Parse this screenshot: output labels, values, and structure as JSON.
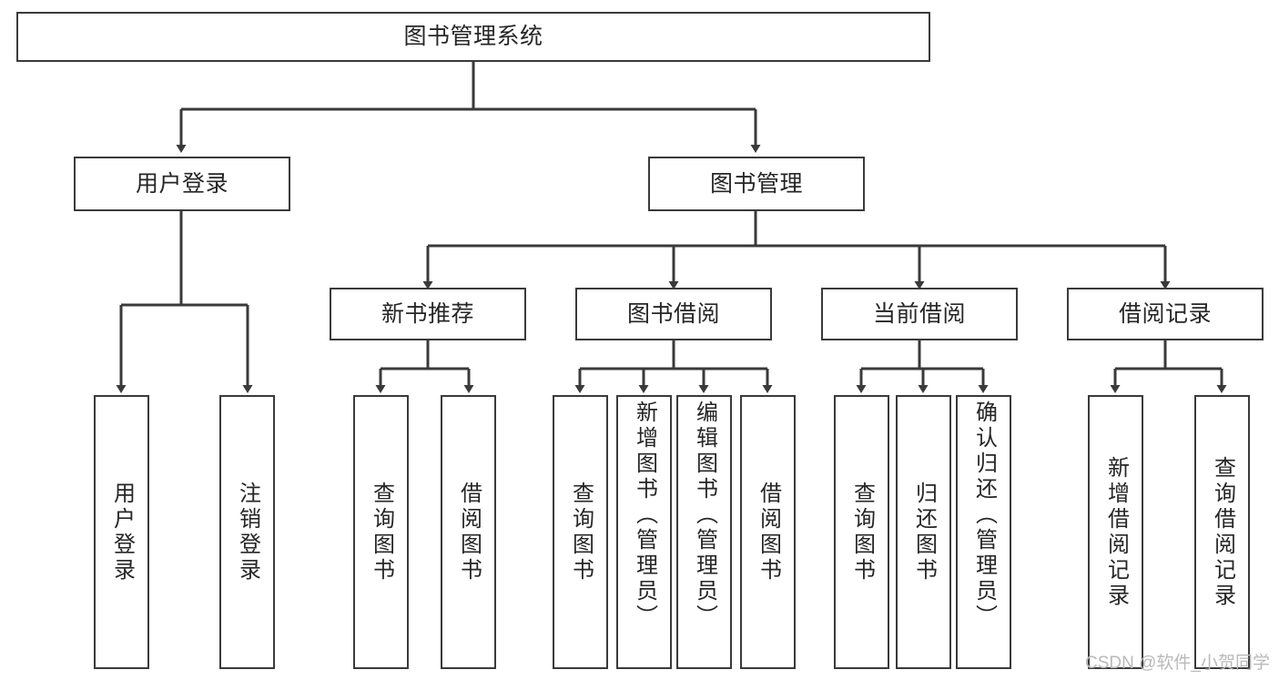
{
  "diagram": {
    "title": "图书管理系统",
    "type": "功能结构图",
    "stroke_color": "#3a3a3a",
    "text_color": "#262626",
    "background_color": "#ffffff"
  },
  "nodes": {
    "root": {
      "label": "图书管理系统"
    },
    "level2": [
      {
        "label": "用户登录"
      },
      {
        "label": "图书管理"
      }
    ],
    "level3": [
      {
        "label": "新书推荐"
      },
      {
        "label": "图书借阅"
      },
      {
        "label": "当前借阅"
      },
      {
        "label": "借阅记录"
      }
    ],
    "leaves": {
      "user_login": [
        {
          "label": "用户登录"
        },
        {
          "label": "注销登录"
        }
      ],
      "new_book_recommend": [
        {
          "label": "查询图书"
        },
        {
          "label": "借阅图书"
        }
      ],
      "book_borrow": [
        {
          "label": "查询图书"
        },
        {
          "label": "新增图书（管理员）"
        },
        {
          "label": "编辑图书（管理员）"
        },
        {
          "label": "借阅图书"
        }
      ],
      "current_borrow": [
        {
          "label": "查询图书"
        },
        {
          "label": "归还图书"
        },
        {
          "label": "确认归还（管理员）"
        }
      ],
      "borrow_record": [
        {
          "label": "新增借阅记录"
        },
        {
          "label": "查询借阅记录"
        }
      ]
    }
  },
  "watermark": {
    "text": "CSDN @软件_小贺同学"
  }
}
